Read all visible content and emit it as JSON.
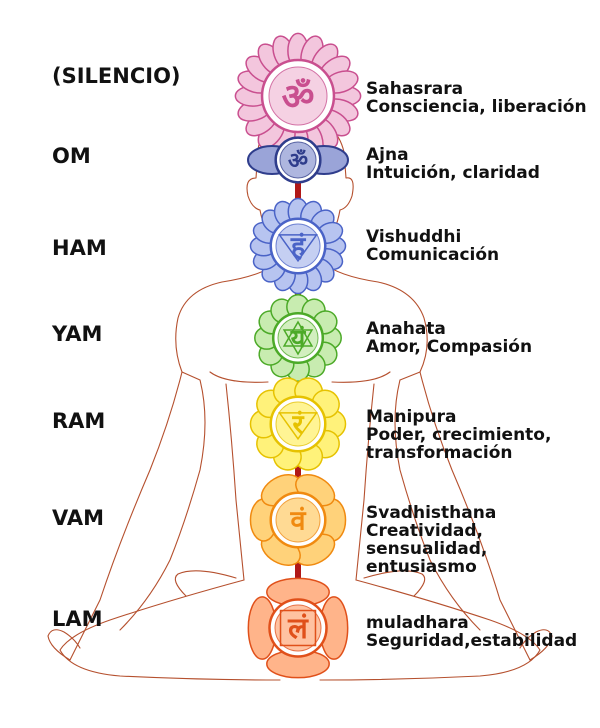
{
  "colors": {
    "outline": "#b5502e",
    "spine": "#b01818"
  },
  "chakras": [
    {
      "mantra": "(SILENCIO)",
      "name": "Sahasrara",
      "lines": [
        "Consciencia, liberación"
      ],
      "color": "#c94f8f",
      "light": "#f3c6dd",
      "icon": "om-symbol-icon",
      "glyph": "ॐ"
    },
    {
      "mantra": "OM",
      "name": "Ajna",
      "lines": [
        "Intuición, claridad"
      ],
      "color": "#2f3d8c",
      "light": "#9aa4d8",
      "icon": "ajna-symbol-icon",
      "glyph": "ॐ"
    },
    {
      "mantra": "HAM",
      "name": "Vishuddhi",
      "lines": [
        "Comunicación"
      ],
      "color": "#4a63c7",
      "light": "#b7c4f0",
      "icon": "ham-symbol-icon",
      "glyph": "हं"
    },
    {
      "mantra": "YAM",
      "name": "Anahata",
      "lines": [
        "Amor, Compasión"
      ],
      "color": "#4caa28",
      "light": "#c8ecb0",
      "icon": "yam-symbol-icon",
      "glyph": "यं"
    },
    {
      "mantra": "RAM",
      "name": "Manipura",
      "lines": [
        "Poder, crecimiento,",
        "transformación"
      ],
      "color": "#e6c200",
      "light": "#fff27a",
      "icon": "ram-symbol-icon",
      "glyph": "रं"
    },
    {
      "mantra": "VAM",
      "name": "Svadhisthana",
      "lines": [
        "Creatividad,",
        "sensualidad,",
        "entusiasmo"
      ],
      "color": "#f08a10",
      "light": "#ffd27a",
      "icon": "vam-symbol-icon",
      "glyph": "वं"
    },
    {
      "mantra": "LAM",
      "name": "muladhara",
      "lines": [
        "Seguridad,estabilidad"
      ],
      "color": "#e0501a",
      "light": "#ffb48a",
      "icon": "lam-symbol-icon",
      "glyph": "लं"
    }
  ]
}
